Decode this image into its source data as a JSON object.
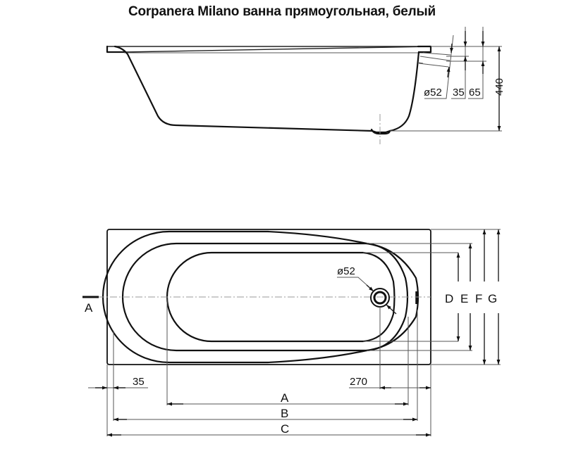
{
  "title": "Corpanera Milano ванна прямоугольная, белый",
  "side_view": {
    "dimensions": {
      "overflow_diameter": "ø52",
      "overflow_offset_1": "35",
      "overflow_offset_2": "65",
      "height": "440"
    }
  },
  "plan_view": {
    "section_marker": "A",
    "drain_diameter": "ø52",
    "width_labels": [
      "D",
      "E",
      "F",
      "G"
    ],
    "length_labels": [
      "A",
      "B",
      "C"
    ],
    "edge_offset": "35",
    "drain_offset": "270"
  }
}
